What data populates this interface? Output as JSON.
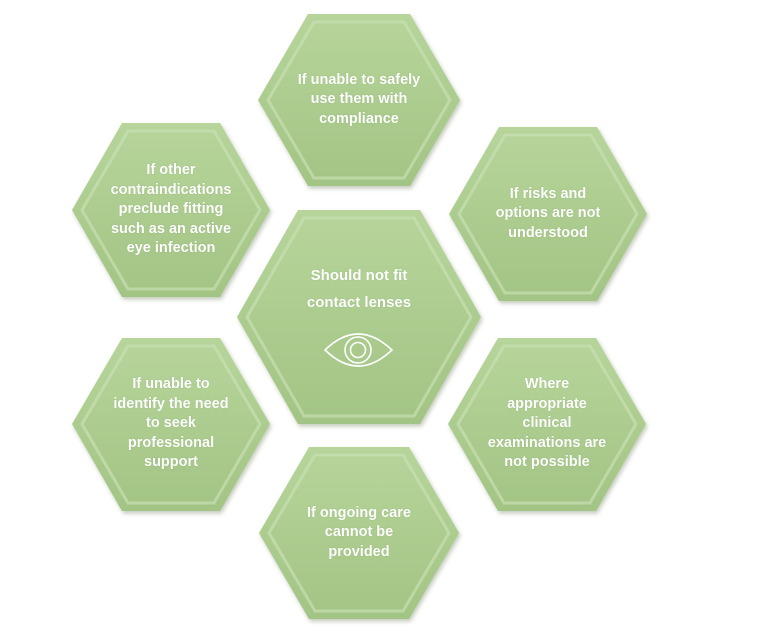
{
  "diagram": {
    "center": {
      "label": "Should not fit\ncontact lenses",
      "icon": "eye-icon"
    },
    "hexagons": [
      {
        "id": "top",
        "label": "If unable to safely\nuse them with\ncompliance"
      },
      {
        "id": "upper-right",
        "label": "If risks and\noptions are not\nunderstood"
      },
      {
        "id": "lower-right",
        "label": "Where\nappropriate\nclinical\nexaminations are\nnot possible"
      },
      {
        "id": "bottom",
        "label": "If ongoing care\ncannot be\nprovided"
      },
      {
        "id": "lower-left",
        "label": "If unable to\nidentify the need\nto seek\nprofessional\nsupport"
      },
      {
        "id": "upper-left",
        "label": "If other\ncontraindications\npreclude fitting\nsuch as an active\neye infection"
      }
    ],
    "colors": {
      "fill_light": "#b5d399",
      "fill_mid": "#a3c585",
      "fill_dark": "#8fb771",
      "text": "#ffffff"
    }
  }
}
